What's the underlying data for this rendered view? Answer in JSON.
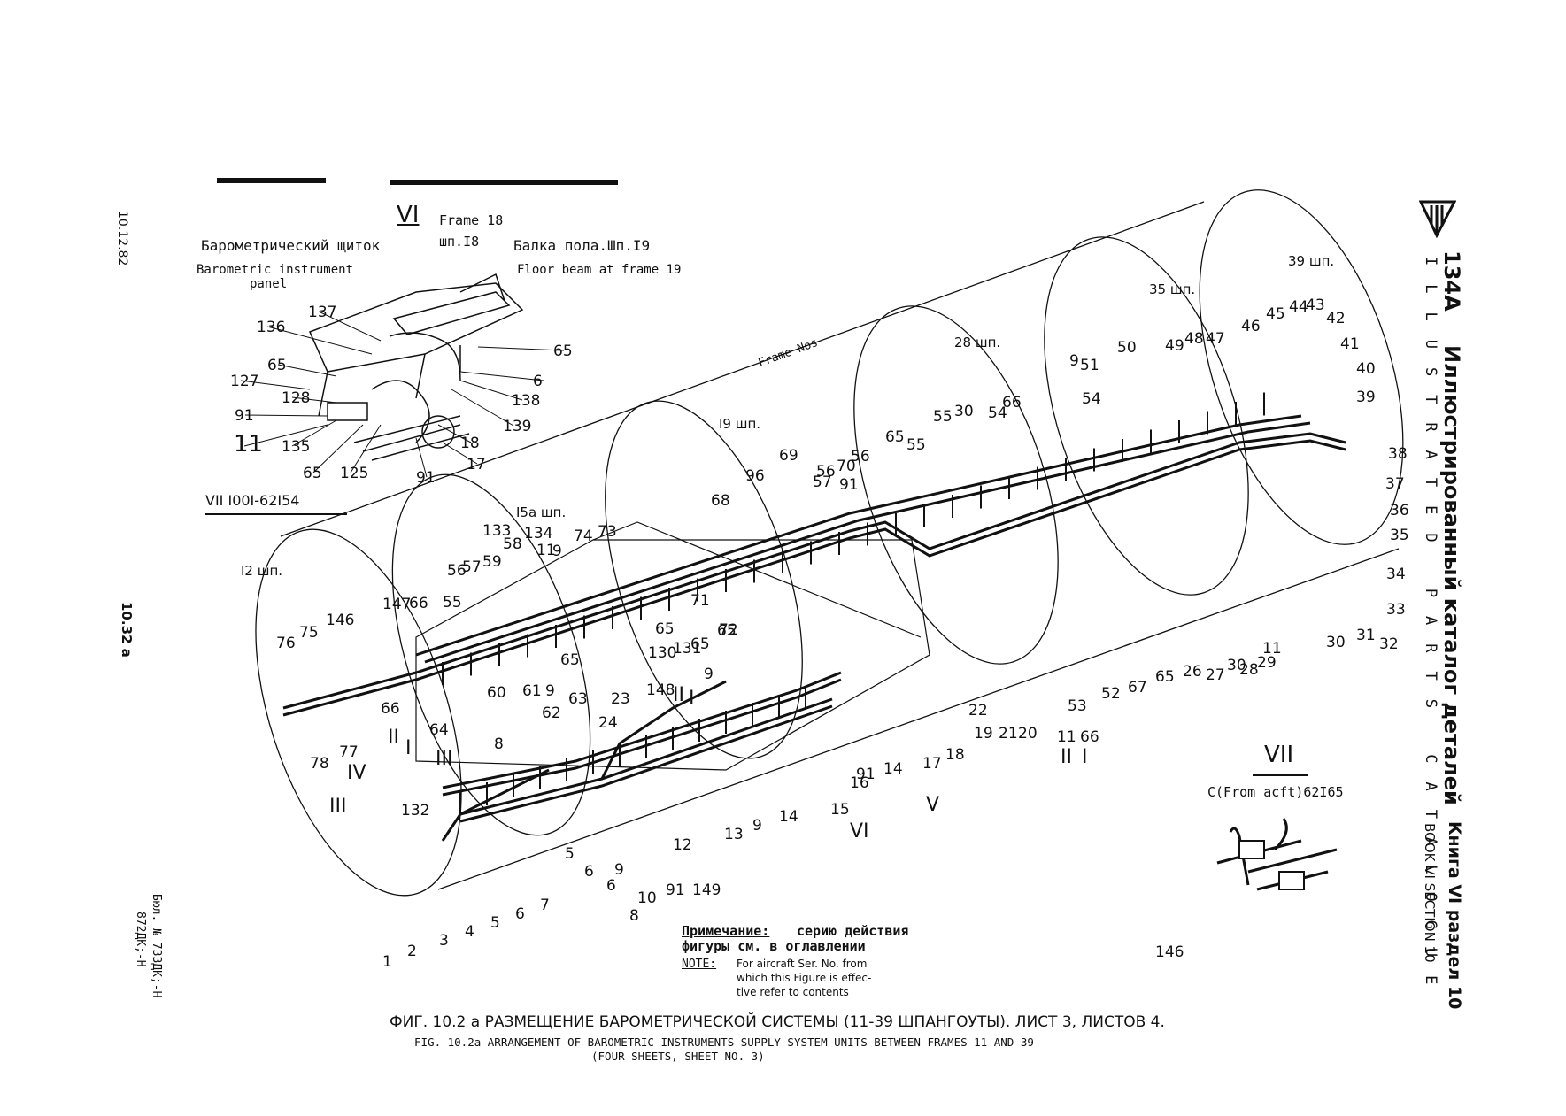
{
  "margin": {
    "date": "10.12.82",
    "page": "10.32 a",
    "bulletin_1": "Бюл. № 733ДК;-Н",
    "bulletin_2": "872ДК;-Н"
  },
  "title_block": {
    "model": "134A",
    "title_ru": "Иллюстрированный каталог деталей",
    "title_en": "ILLUSTRATED PARTS CATALOGUE",
    "book_ru": "Книга VI раздел 10",
    "book_en": "BOOK VI SECTION 10"
  },
  "caption": {
    "ru": "ФИГ. 10.2 a  РАЗМЕЩЕНИЕ БАРОМЕТРИЧЕСКОЙ СИСТЕМЫ (11-39 ШПАНГОУТЫ). ЛИСТ 3,  ЛИСТОВ 4.",
    "en_1": "FIG. 10.2a ARRANGEMENT OF BAROMETRIC INSTRUMENTS SUPPLY SYSTEM UNITS BETWEEN FRAMES 11 AND 39",
    "en_2": "(FOUR SHEETS, SHEET NO. 3)"
  },
  "note": {
    "ru_label": "Примечание:",
    "ru_text": "серию действия",
    "ru_text_2": "фигуры см. в оглавлении",
    "en_label": "NOTE:",
    "en_text_1": "For aircraft Ser. No. from",
    "en_text_2": "which this Figure is effec-",
    "en_text_3": "tive refer to contents"
  },
  "detail_vi": {
    "roman": "VI",
    "frame18_en": "Frame 18",
    "frame18_ru": "шп.I8",
    "panel_ru": "Барометрический щиток",
    "panel_en_1": "Barometric instrument",
    "panel_en_2": "panel",
    "beam_ru": "Балка пола.Шп.I9",
    "beam_en": "Floor beam at frame 19",
    "effectivity": "VII I00I-62I54",
    "callouts": [
      "137",
      "136",
      "65",
      "65",
      "127",
      "128",
      "6",
      "91",
      "138",
      "11",
      "139",
      "135",
      "18",
      "65",
      "125",
      "91",
      "17"
    ]
  },
  "detail_vii": {
    "roman": "VII",
    "effectivity": "C(From acft)62I65",
    "callout": "146"
  },
  "fuselage": {
    "frame_nos_label": "Frame Nos",
    "frames": [
      "I2 шп.",
      "I5a шп.",
      "I9 шп.",
      "28 шп.",
      "35 шп.",
      "39 шп."
    ],
    "views": [
      "II",
      "I",
      "IV",
      "III",
      "III",
      "II",
      "I",
      "VI",
      "V",
      "II",
      "I"
    ],
    "callouts": [
      "76",
      "75",
      "146",
      "147",
      "66",
      "55",
      "56",
      "57",
      "59",
      "58",
      "133",
      "134",
      "11",
      "9",
      "74",
      "73",
      "78",
      "77",
      "66",
      "60",
      "61",
      "9",
      "63",
      "62",
      "64",
      "8",
      "65",
      "132",
      "1",
      "2",
      "3",
      "4",
      "5",
      "6",
      "7",
      "6",
      "5",
      "6",
      "9",
      "8",
      "10",
      "91",
      "149",
      "12",
      "13",
      "9",
      "14",
      "15",
      "16",
      "91",
      "14",
      "17",
      "18",
      "19",
      "21",
      "20",
      "22",
      "24",
      "23",
      "148",
      "9",
      "130",
      "131",
      "65",
      "65",
      "72",
      "71",
      "65",
      "68",
      "96",
      "69",
      "57",
      "56",
      "70",
      "91",
      "56",
      "65",
      "55",
      "55",
      "30",
      "54",
      "66",
      "54",
      "53",
      "52",
      "67",
      "65",
      "26",
      "27",
      "28",
      "29",
      "30",
      "11",
      "30",
      "31",
      "32",
      "33",
      "34",
      "35",
      "36",
      "37",
      "38",
      "39",
      "40",
      "41",
      "42",
      "43",
      "44",
      "45",
      "46",
      "47",
      "48",
      "49",
      "50",
      "51",
      "9",
      "11",
      "66",
      "II",
      "I"
    ]
  }
}
